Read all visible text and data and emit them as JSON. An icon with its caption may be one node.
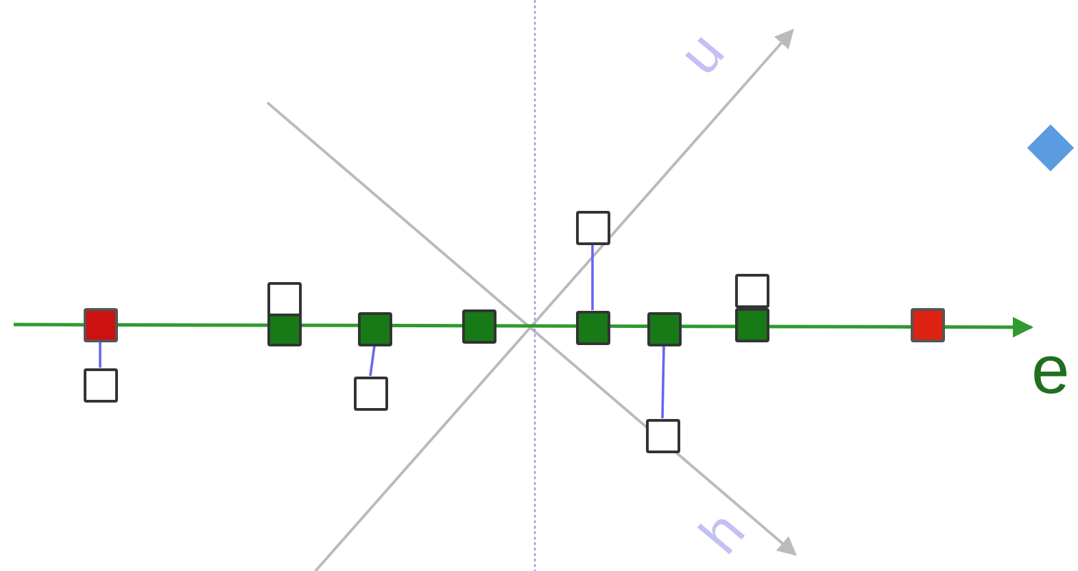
{
  "diagram": {
    "nodes": [
      {
        "text": [],
        "shape": "box"
      },
      {
        "text": [],
        "shape": "box"
      },
      {
        "text": [],
        "shape": "box"
      },
      {
        "text": [],
        "shape": "box"
      },
      {
        "text": [],
        "shape": "box"
      },
      {
        "text": [],
        "shape": "box"
      },
      {
        "text": [],
        "shape": "box"
      },
      {
        "text": [],
        "shape": "box"
      },
      {
        "text": [],
        "shape": "box"
      },
      {
        "text": [],
        "shape": "box"
      },
      {
        "text": [],
        "shape": "box"
      },
      {
        "text": [],
        "shape": "box"
      },
      {
        "text": [],
        "shape": "box"
      },
      {
        "text": [],
        "shape": "box"
      },
      {
        "text": [],
        "shape": "diamond"
      }
    ],
    "edges": [
      {
        "from": 8,
        "to": 0,
        "arrow": "none"
      },
      {
        "from": 10,
        "to": 2,
        "arrow": "none"
      },
      {
        "from": 11,
        "to": 4,
        "arrow": "none"
      },
      {
        "from": 12,
        "to": 5,
        "arrow": "none"
      }
    ],
    "labels": [
      "u",
      "h",
      "e"
    ]
  }
}
